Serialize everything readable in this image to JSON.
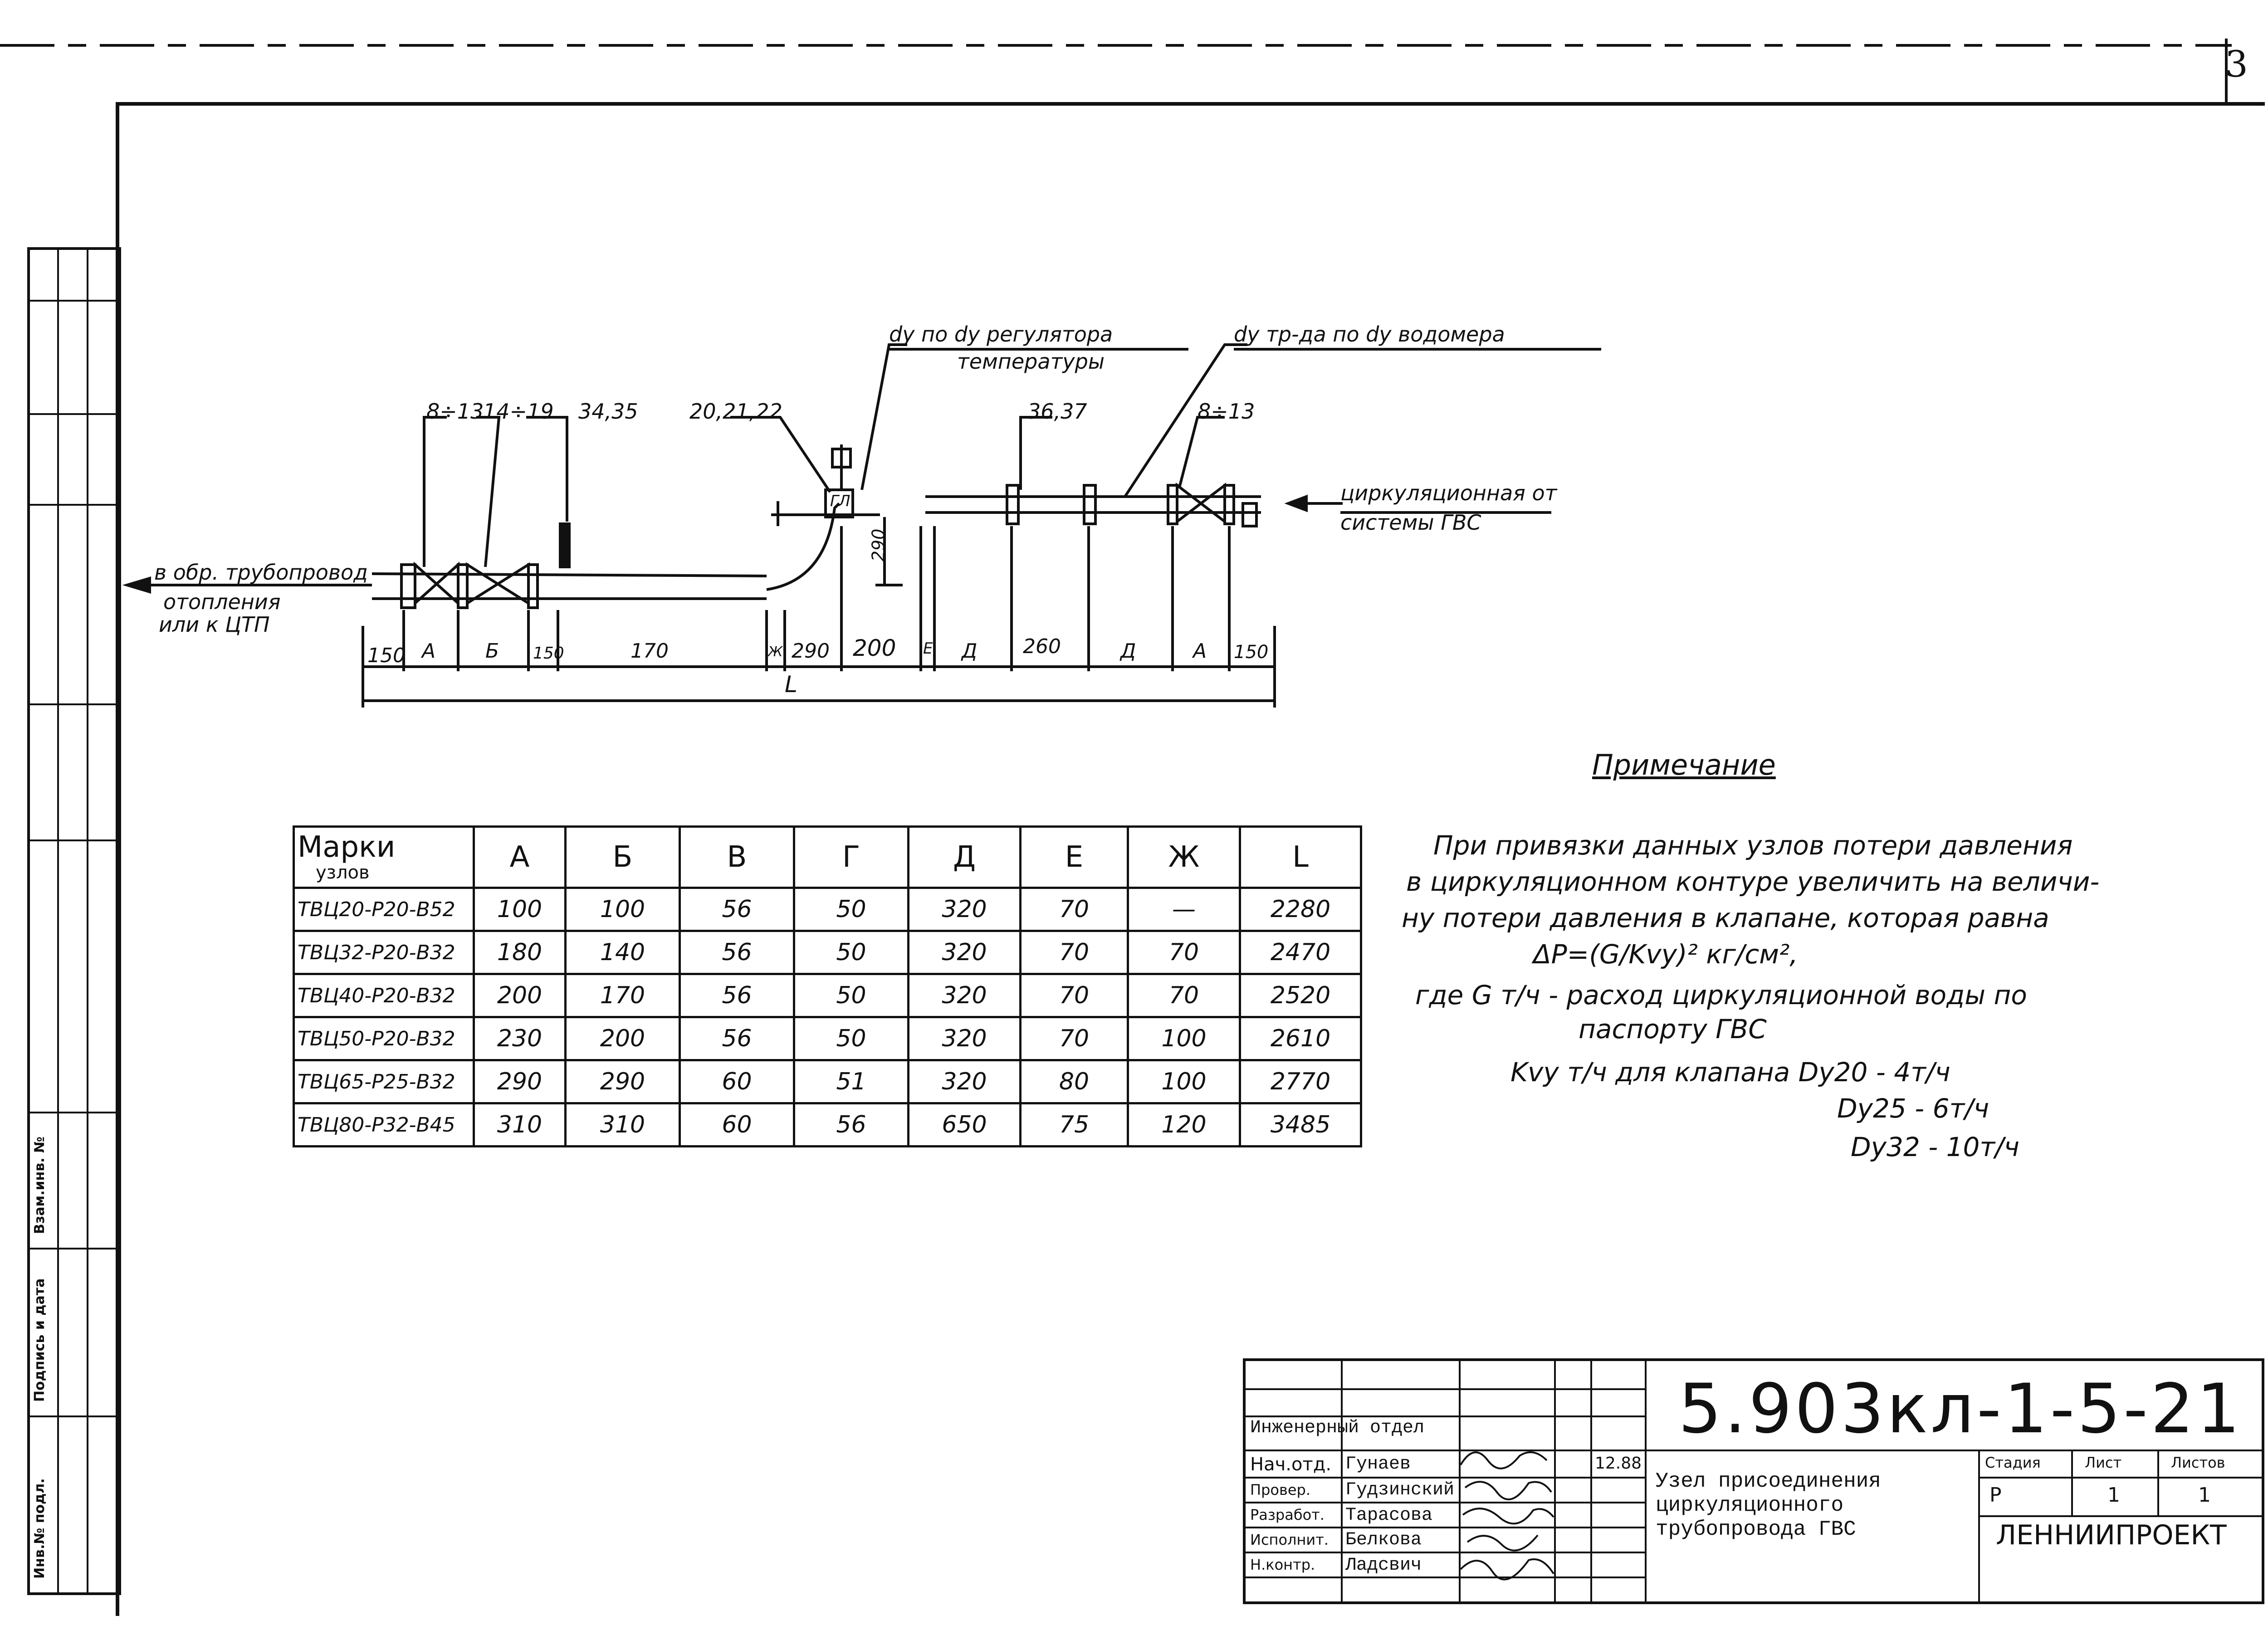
{
  "sheet_number": "3",
  "drawing": {
    "callouts": {
      "c1": "8÷13",
      "c2": "14÷19",
      "c3": "34,35",
      "c4": "20,21,22",
      "c5": "36,37",
      "c6": "8÷13"
    },
    "labels": {
      "dy_regulator_1": "dy по dy регулятора",
      "dy_regulator_2": "температуры",
      "dy_meter": "dy тр-да по dy водомера",
      "circ_1": "циркуляционная от",
      "circ_2": "системы ГВС",
      "return_1": "в обр. трубопровод",
      "return_2": "отопления",
      "return_3": "или к ЦТП",
      "valve_tag": "ГЛ",
      "riser_dim": "290"
    },
    "dims": [
      "150",
      "А",
      "Б",
      "150",
      "170",
      "Ж",
      "290",
      "200",
      "Е",
      "Д",
      "260",
      "Д",
      "А",
      "150"
    ],
    "total": "L"
  },
  "table": {
    "header_mark": [
      "Марки",
      "узлов"
    ],
    "columns": [
      "А",
      "Б",
      "В",
      "Г",
      "Д",
      "Е",
      "Ж",
      "L"
    ],
    "rows": [
      {
        "mark": "ТВЦ20-Р20-В52",
        "vals": [
          "100",
          "100",
          "56",
          "50",
          "320",
          "70",
          "—",
          "2280"
        ]
      },
      {
        "mark": "ТВЦ32-Р20-В32",
        "vals": [
          "180",
          "140",
          "56",
          "50",
          "320",
          "70",
          "70",
          "2470"
        ]
      },
      {
        "mark": "ТВЦ40-Р20-В32",
        "vals": [
          "200",
          "170",
          "56",
          "50",
          "320",
          "70",
          "70",
          "2520"
        ]
      },
      {
        "mark": "ТВЦ50-Р20-В32",
        "vals": [
          "230",
          "200",
          "56",
          "50",
          "320",
          "70",
          "100",
          "2610"
        ]
      },
      {
        "mark": "ТВЦ65-Р25-В32",
        "vals": [
          "290",
          "290",
          "60",
          "51",
          "320",
          "80",
          "100",
          "2770"
        ]
      },
      {
        "mark": "ТВЦ80-Р32-В45",
        "vals": [
          "310",
          "310",
          "60",
          "56",
          "650",
          "75",
          "120",
          "3485"
        ]
      }
    ]
  },
  "note": {
    "title": "Примечание",
    "lines": [
      "При привязки данных узлов потери давления",
      "в циркуляционном контуре увеличить на величи-",
      "ну потери давления в клапане, которая равна",
      "ΔP=(G/Kvy)² кг/см²,",
      "где G т/ч - расход циркуляционной воды по",
      "паспорту ГВС",
      "Kvy т/ч для клапана Dy20 - 4т/ч",
      "Dy25 - 6т/ч",
      "Dy32 - 10т/ч"
    ]
  },
  "title_block": {
    "code": "5.903кл-1-5-21",
    "department": "Инженерный отдел",
    "roles": [
      "Нач.отд.",
      "Провер.",
      "Разработ.",
      "Исполнит.",
      "Н.контр."
    ],
    "names": [
      "Гунаев",
      "Гудзинский",
      "Тарасова",
      "Белкова",
      "Ладсвич"
    ],
    "date": "12.88",
    "title": [
      "Узел присоединения",
      "циркуляционного",
      "трубопровода ГВС"
    ],
    "stage_header": "Стадия",
    "sheet_header": "Лист",
    "sheets_header": "Листов",
    "stage": "Р",
    "sheet": "1",
    "sheets": "1",
    "organization": "ЛЕННИИПРОЕКТ"
  },
  "strip_labels": [
    "Взам.инв. №",
    "Подпись и дата",
    "Инв.№ подл."
  ]
}
